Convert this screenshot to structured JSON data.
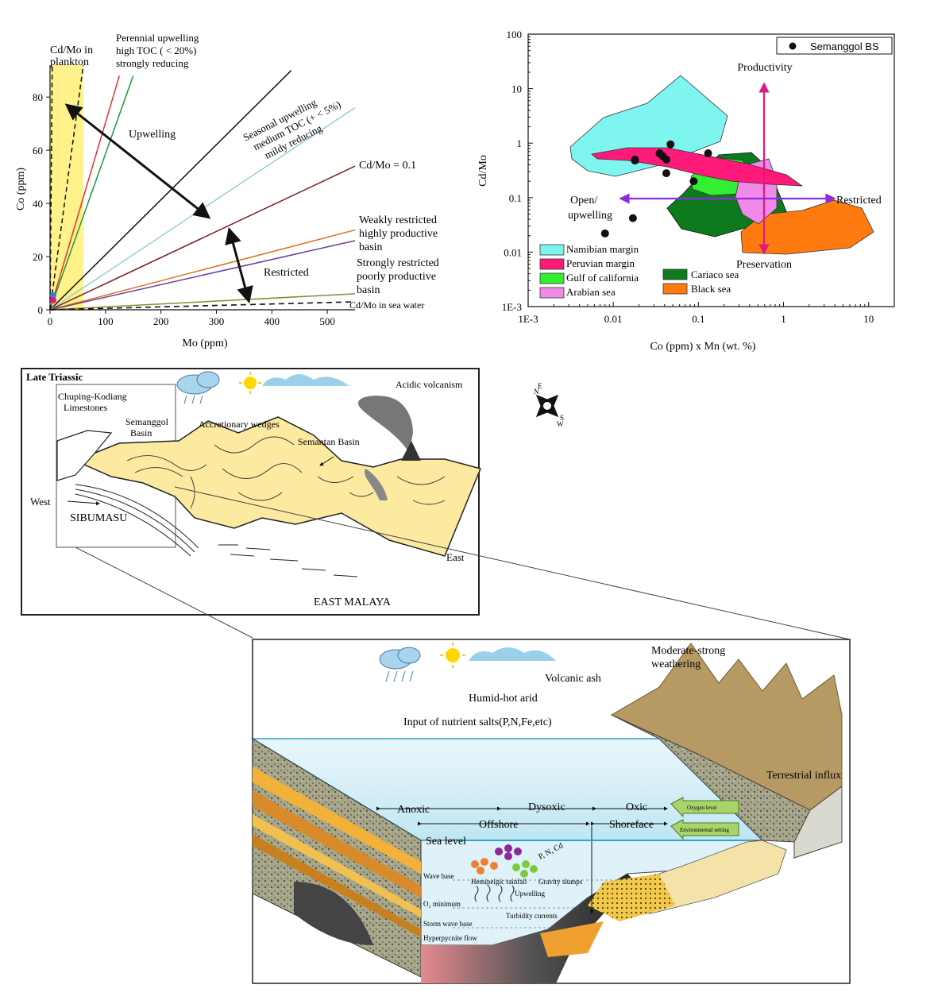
{
  "chart_data": [
    {
      "type": "line",
      "xlabel": "Mo (ppm)",
      "ylabel": "Co (ppm)",
      "xlim": [
        0,
        550
      ],
      "ylim": [
        0,
        92
      ],
      "x_ticks": [
        "0",
        "100",
        "200",
        "300",
        "400",
        "500"
      ],
      "y_ticks": [
        "0",
        "20",
        "40",
        "60",
        "80"
      ],
      "grid": false,
      "annotations": {
        "plankton": [
          "Cd/Mo in",
          "plankton"
        ],
        "perennial": [
          "Perennial upwelling",
          "high TOC ( < 20%)",
          "strongly reducing"
        ],
        "upwelling": "Upwelling",
        "seasonal": [
          "Seasonal upwelling",
          "medium TOC (+ < 5%)",
          "mildy reducing"
        ],
        "ratio": "Cd/Mo = 0.1",
        "weakly": [
          "Weakly restricted",
          "highly productive",
          "basin"
        ],
        "strongly": [
          "Strongly restricted",
          "poorly productive",
          "basin"
        ],
        "restricted": "Restricted",
        "seawater": "Cd/Mo in sea water"
      },
      "series": [
        {
          "color": "#e83030",
          "x": [
            0,
            125
          ],
          "y": [
            0,
            88
          ]
        },
        {
          "color": "#1a9a3a",
          "x": [
            0,
            150
          ],
          "y": [
            0,
            88
          ]
        },
        {
          "color": "#111111",
          "x": [
            0,
            435
          ],
          "y": [
            0,
            90
          ]
        },
        {
          "color": "#8fd0e0",
          "x": [
            0,
            550
          ],
          "y": [
            0,
            76
          ]
        },
        {
          "color": "#7a1f1f",
          "x": [
            0,
            550
          ],
          "y": [
            0,
            54
          ]
        },
        {
          "color": "#e07020",
          "x": [
            0,
            550
          ],
          "y": [
            0,
            30
          ]
        },
        {
          "color": "#6a3ea0",
          "x": [
            0,
            550
          ],
          "y": [
            0,
            26
          ]
        },
        {
          "color": "#8a8a30",
          "x": [
            0,
            550
          ],
          "y": [
            0,
            6
          ]
        }
      ]
    },
    {
      "type": "scatter",
      "xlabel": "Co (ppm) x Mn (wt. %)",
      "ylabel": "Cd/Mo",
      "xscale": "log",
      "yscale": "log",
      "xlim": [
        0.001,
        20
      ],
      "ylim": [
        0.001,
        100
      ],
      "x_ticks": [
        "1E-3",
        "0.01",
        "0.1",
        "1",
        "10"
      ],
      "y_ticks": [
        "1E-3",
        "0.01",
        "0.1",
        "1",
        "10",
        "100"
      ],
      "legend_position": "top-right",
      "series": [
        {
          "name": "Semanggol BS",
          "x": [
            0.008,
            0.017,
            0.018,
            0.018,
            0.035,
            0.038,
            0.042,
            0.042,
            0.047,
            0.088,
            0.13
          ],
          "y": [
            0.022,
            0.042,
            0.5,
            0.48,
            0.65,
            0.58,
            0.5,
            0.28,
            0.95,
            0.2,
            0.65
          ]
        }
      ],
      "regions": [
        {
          "name": "Namibian margin",
          "color": "#7ff5f0"
        },
        {
          "name": "Peruvian margin",
          "color": "#ff1a7a"
        },
        {
          "name": "Gulf of california",
          "color": "#33ee33"
        },
        {
          "name": "Arabian sea",
          "color": "#f08ae8"
        },
        {
          "name": "Cariaco sea",
          "color": "#0e7a1e"
        },
        {
          "name": "Black sea",
          "color": "#ff7b0f"
        }
      ],
      "arrows": {
        "productivity": "Productivity",
        "preservation": "Preservation",
        "open": [
          "Open/",
          "upwelling"
        ],
        "restricted": "Restricted"
      }
    }
  ],
  "late_triassic": {
    "title": "Late Triassic",
    "labels": {
      "chuping": [
        "Chuping-Kodiang",
        "Limestones"
      ],
      "semanggol": [
        "Semanggol",
        "Basin"
      ],
      "accretionary": "Accretionary wedges",
      "semantan": [
        "Semantan Basin"
      ],
      "acidic": "Acidic volcanism",
      "west": "West",
      "sibumasu": "SIBUMASU",
      "east": "East",
      "east_malaya": "EAST MALAYA"
    },
    "compass": {
      "n": "N",
      "s": "S",
      "e": "E",
      "w": "W"
    }
  },
  "block": {
    "labels": {
      "weathering": [
        "Moderate-strong",
        "weathering"
      ],
      "ash": "Volcanic ash",
      "humid": "Humid-hot arid",
      "nutrient": "Input of nutrient salts(P,N,Fe,etc)",
      "influx": "Terrestrial influx",
      "anoxic": "Anoxic",
      "dysoxic": "Dysoxic",
      "oxic": "Oxic",
      "offshore": "Offshore",
      "shoreface": "Shoreface",
      "oxygen": "Oxygen level",
      "environment": "Environmental setting",
      "sea_level": "Sea level",
      "pnc": "P, N, Cd",
      "wave_base": "Wave base",
      "hemi": "Hemipelgic rainfall",
      "gravity": "Gravity slumps",
      "upwelling": "Upwelling",
      "o2": "O₂ minimum",
      "turbidity": "Turbidity currents",
      "storm": "Storm wave base",
      "hyper": "Hyperpycnite flow"
    }
  }
}
